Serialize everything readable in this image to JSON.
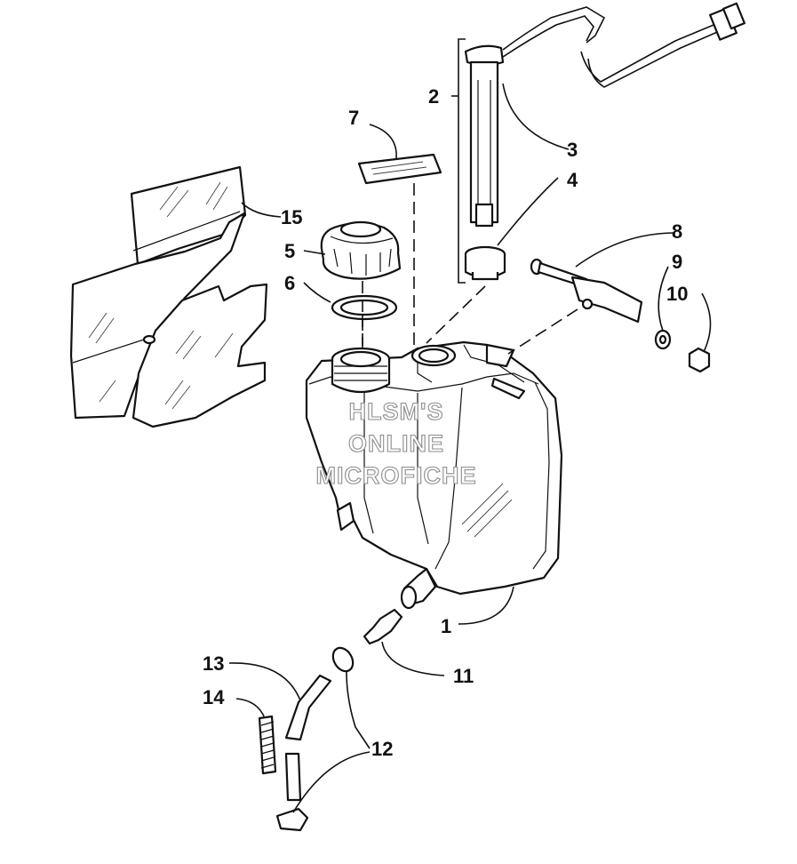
{
  "callouts": {
    "c1": "1",
    "c2": "2",
    "c3": "3",
    "c4": "4",
    "c5": "5",
    "c6": "6",
    "c7": "7",
    "c8": "8",
    "c9": "9",
    "c10": "10",
    "c11": "11",
    "c12": "12",
    "c13": "13",
    "c14": "14",
    "c15": "15"
  },
  "watermark": {
    "line1": "HLSM'S",
    "line2": "ONLINE",
    "line3": "MICROFICHE"
  },
  "colors": {
    "ink": "#111111",
    "background": "#ffffff",
    "watermark": "#8c8c8c"
  }
}
